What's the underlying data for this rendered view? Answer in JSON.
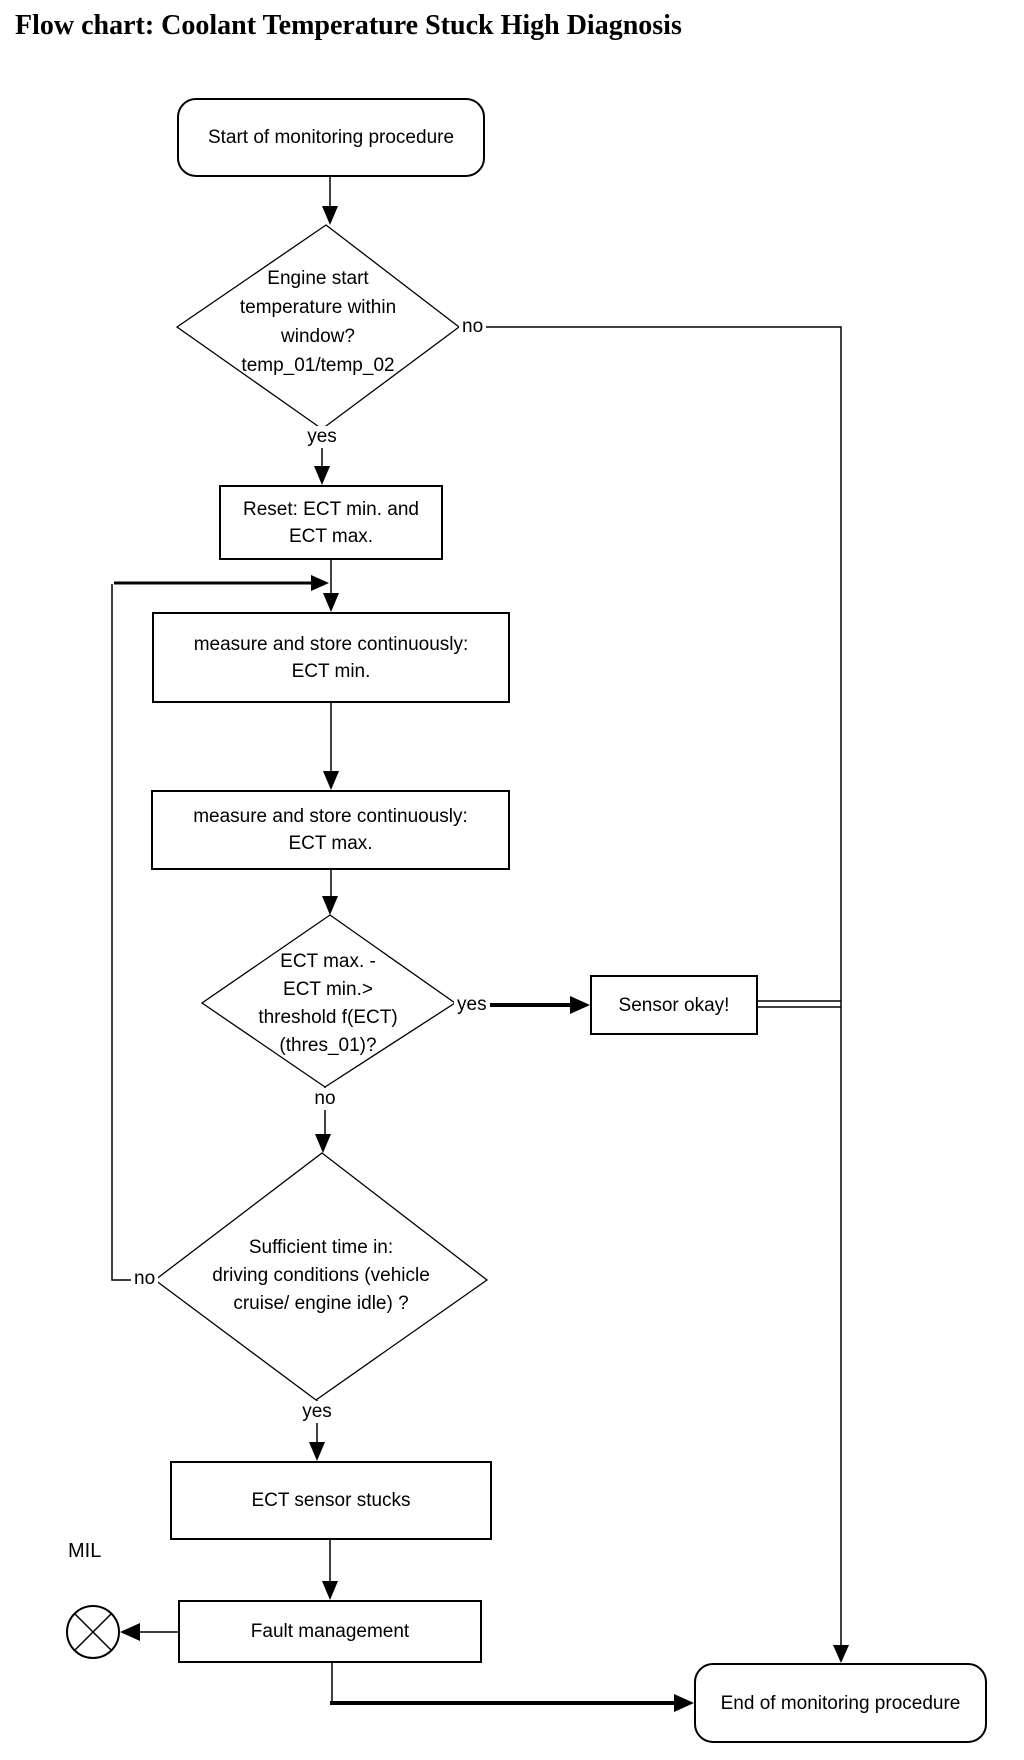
{
  "title": "Flow chart: Coolant Temperature Stuck High Diagnosis",
  "nodes": {
    "start": {
      "label": "Start of monitoring procedure"
    },
    "decision_temp_window": {
      "line1": "Engine start",
      "line2": "temperature within",
      "line3": "window?",
      "line4": "temp_01/temp_02"
    },
    "reset": {
      "line1": "Reset: ECT min. and",
      "line2": "ECT max."
    },
    "measure_min": {
      "line1": "measure and store continuously:",
      "line2": "ECT min."
    },
    "measure_max": {
      "line1": "measure and store continuously:",
      "line2": "ECT max."
    },
    "decision_threshold": {
      "line1": "ECT max. -",
      "line2": "ECT min.>",
      "line3": "threshold f(ECT)",
      "line4": "(thres_01)?"
    },
    "sensor_okay": {
      "label": "Sensor okay!"
    },
    "decision_time": {
      "line1": "Sufficient time in:",
      "line2": "driving conditions (vehicle",
      "line3": "cruise/ engine idle) ?"
    },
    "sensor_stucks": {
      "label": "ECT sensor stucks"
    },
    "fault_management": {
      "label": "Fault management"
    },
    "end": {
      "label": "End of monitoring procedure"
    },
    "mil": {
      "label": "MIL"
    }
  },
  "branch_labels": {
    "temp_window_no": "no",
    "temp_window_yes": "yes",
    "threshold_yes": "yes",
    "threshold_no": "no",
    "time_no": "no",
    "time_yes": "yes"
  },
  "colors": {
    "line": "#000000",
    "text": "#000000",
    "background": "#ffffff"
  }
}
